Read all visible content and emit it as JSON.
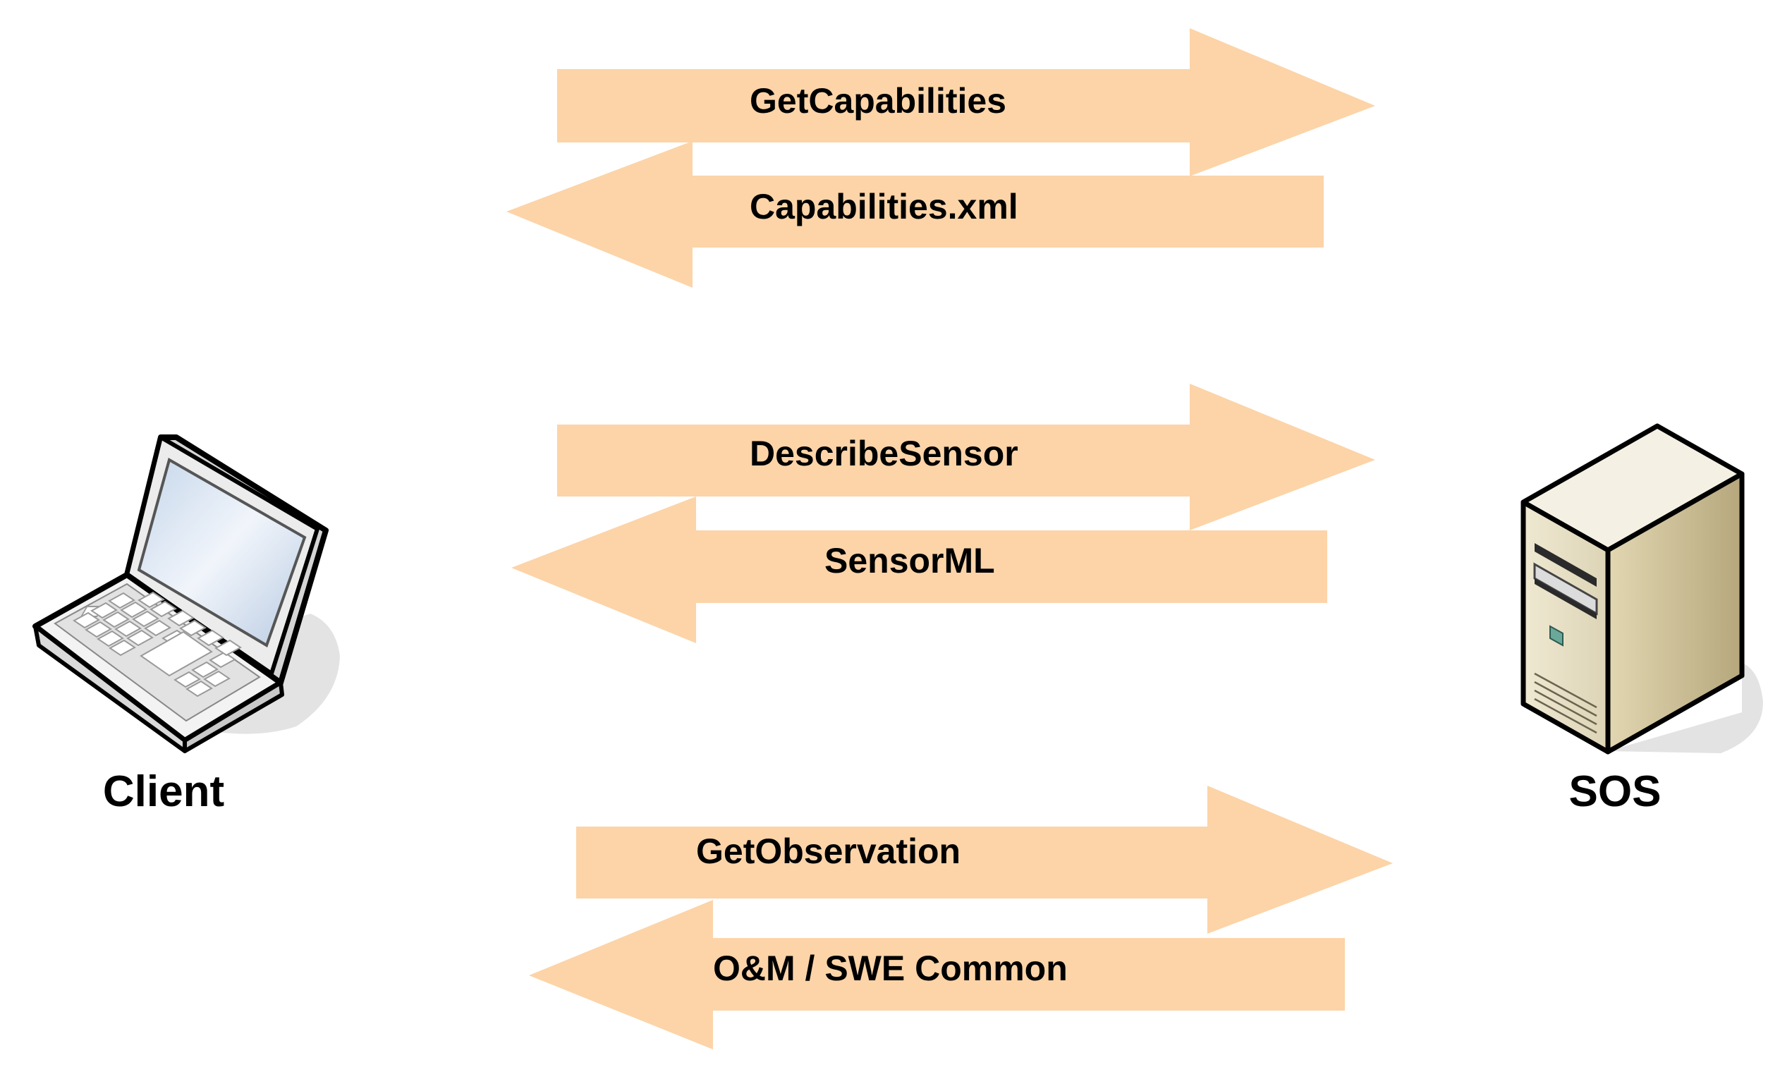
{
  "colors": {
    "arrow_fill": "#fcd4a8",
    "background": "#ffffff",
    "text": "#000000"
  },
  "nodes": {
    "client": {
      "label": "Client",
      "icon": "laptop-icon"
    },
    "server": {
      "label": "SOS",
      "icon": "server-tower-icon"
    }
  },
  "exchanges": [
    {
      "request": "GetCapabilities",
      "response": "Capabilities.xml"
    },
    {
      "request": "DescribeSensor",
      "response": "SensorML"
    },
    {
      "request": "GetObservation",
      "response": "O&M / SWE Common"
    }
  ]
}
